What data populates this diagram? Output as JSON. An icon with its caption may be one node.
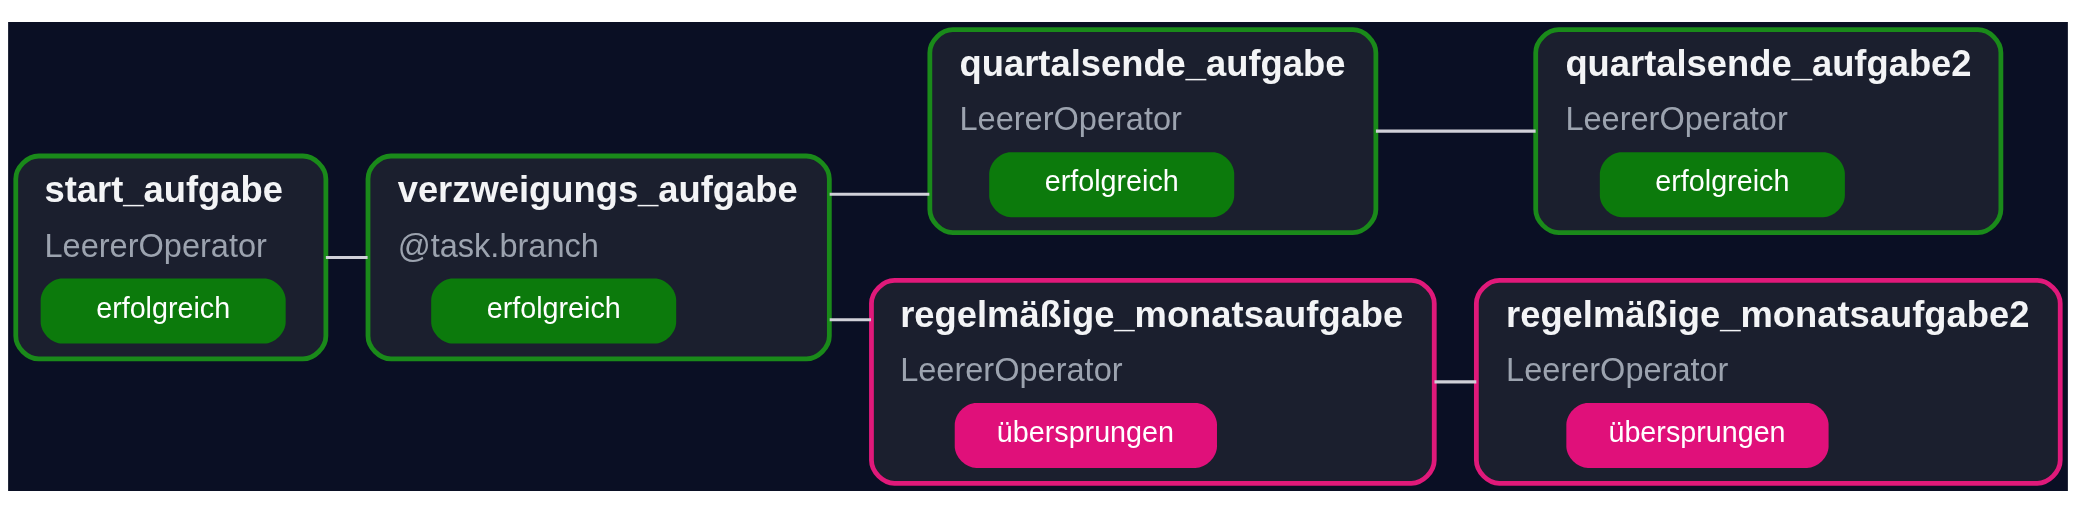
{
  "diagram": {
    "nodes": [
      {
        "text": [
          "start_aufgabe",
          "LeererOperator",
          "erfolgreich"
        ]
      },
      {
        "text": [
          "verzweigungs_aufgabe",
          "@task.branch",
          "erfolgreich"
        ]
      },
      {
        "text": [
          "quartalsende_aufgabe",
          "LeererOperator",
          "erfolgreich"
        ]
      },
      {
        "text": [
          "quartalsende_aufgabe2",
          "LeererOperator",
          "erfolgreich"
        ]
      },
      {
        "text": [
          "regelmäßige_monatsaufgabe",
          "LeererOperator",
          "übersprungen"
        ]
      },
      {
        "text": [
          "regelmäßige_monatsaufgabe2",
          "LeererOperator",
          "übersprungen"
        ]
      }
    ],
    "edges": [
      {
        "from": 0,
        "to": 1,
        "arrow": "none"
      },
      {
        "from": 1,
        "to": 2,
        "arrow": "none"
      },
      {
        "from": 2,
        "to": 3,
        "arrow": "none"
      },
      {
        "from": 1,
        "to": 4,
        "arrow": "none"
      },
      {
        "from": 4,
        "to": 5,
        "arrow": "none"
      }
    ]
  }
}
